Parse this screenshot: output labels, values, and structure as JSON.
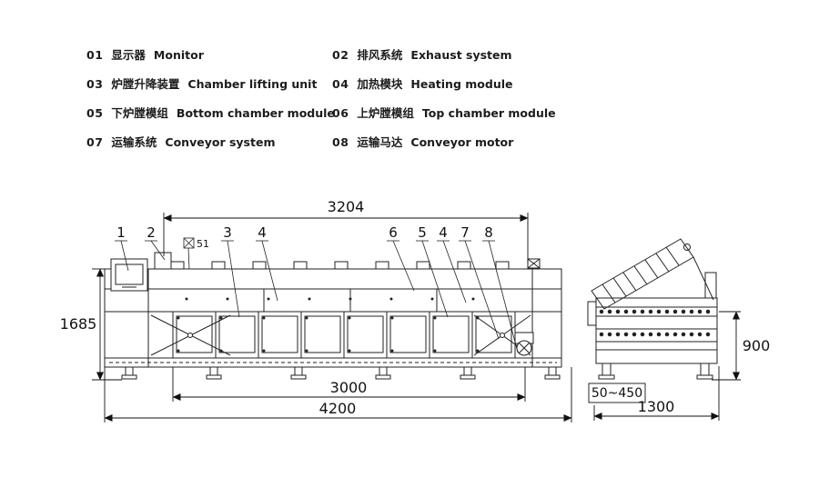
{
  "page": {
    "background": "#ffffff",
    "line_color": "#1f1f1f"
  },
  "legend": {
    "items": [
      {
        "num": "01",
        "cn": "显示器",
        "en": "Monitor"
      },
      {
        "num": "02",
        "cn": "排风系统",
        "en": "Exhaust system"
      },
      {
        "num": "03",
        "cn": "炉膛升降装置",
        "en": "Chamber lifting unit"
      },
      {
        "num": "04",
        "cn": "加热模块",
        "en": "Heating module"
      },
      {
        "num": "05",
        "cn": "下炉膛模组",
        "en": "Bottom chamber module"
      },
      {
        "num": "06",
        "cn": "上炉膛模组",
        "en": "Top chamber module"
      },
      {
        "num": "07",
        "cn": "运输系统",
        "en": "Conveyor system"
      },
      {
        "num": "08",
        "cn": "运输马达",
        "en": "Conveyor motor"
      }
    ]
  },
  "drawing": {
    "callouts": {
      "c1": "1",
      "c2": "2",
      "c3": "3",
      "c4a": "4",
      "c6": "6",
      "c5": "5",
      "c4b": "4",
      "c7": "7",
      "c8": "8",
      "detail_marker": "51"
    },
    "dimensions": {
      "top_span": "3204",
      "overall_height": "1685",
      "chamber_span": "3000",
      "overall_length": "4200",
      "conveyor_height": "900",
      "rail_width_range": "50~450",
      "depth": "1300"
    }
  }
}
